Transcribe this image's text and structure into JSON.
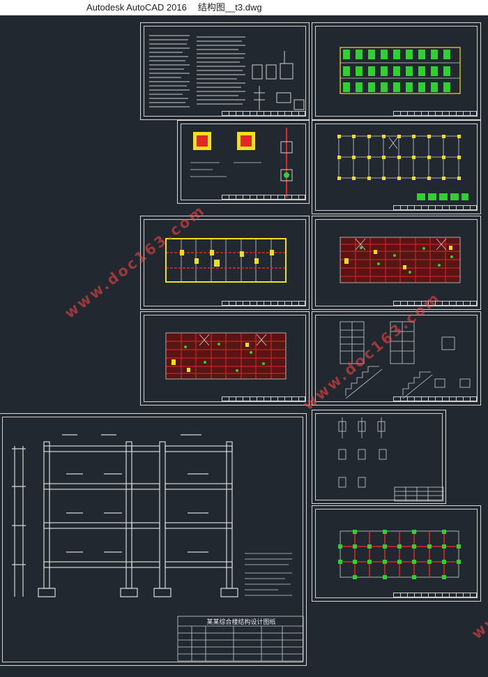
{
  "window": {
    "app_title": "Autodesk AutoCAD 2016",
    "document_title": "结构图__t3.dwg"
  },
  "watermark": {
    "text": "www.doc163.com"
  },
  "drawing": {
    "bottom_left_table_title": "某某综合楼结构设计图纸"
  },
  "colors": {
    "background": "#212830",
    "line": "#d8d8d8",
    "column_yellow": "#f0e020",
    "beam_red": "#e02828",
    "rebar_green": "#30d030",
    "watermark": "#ff4646"
  }
}
